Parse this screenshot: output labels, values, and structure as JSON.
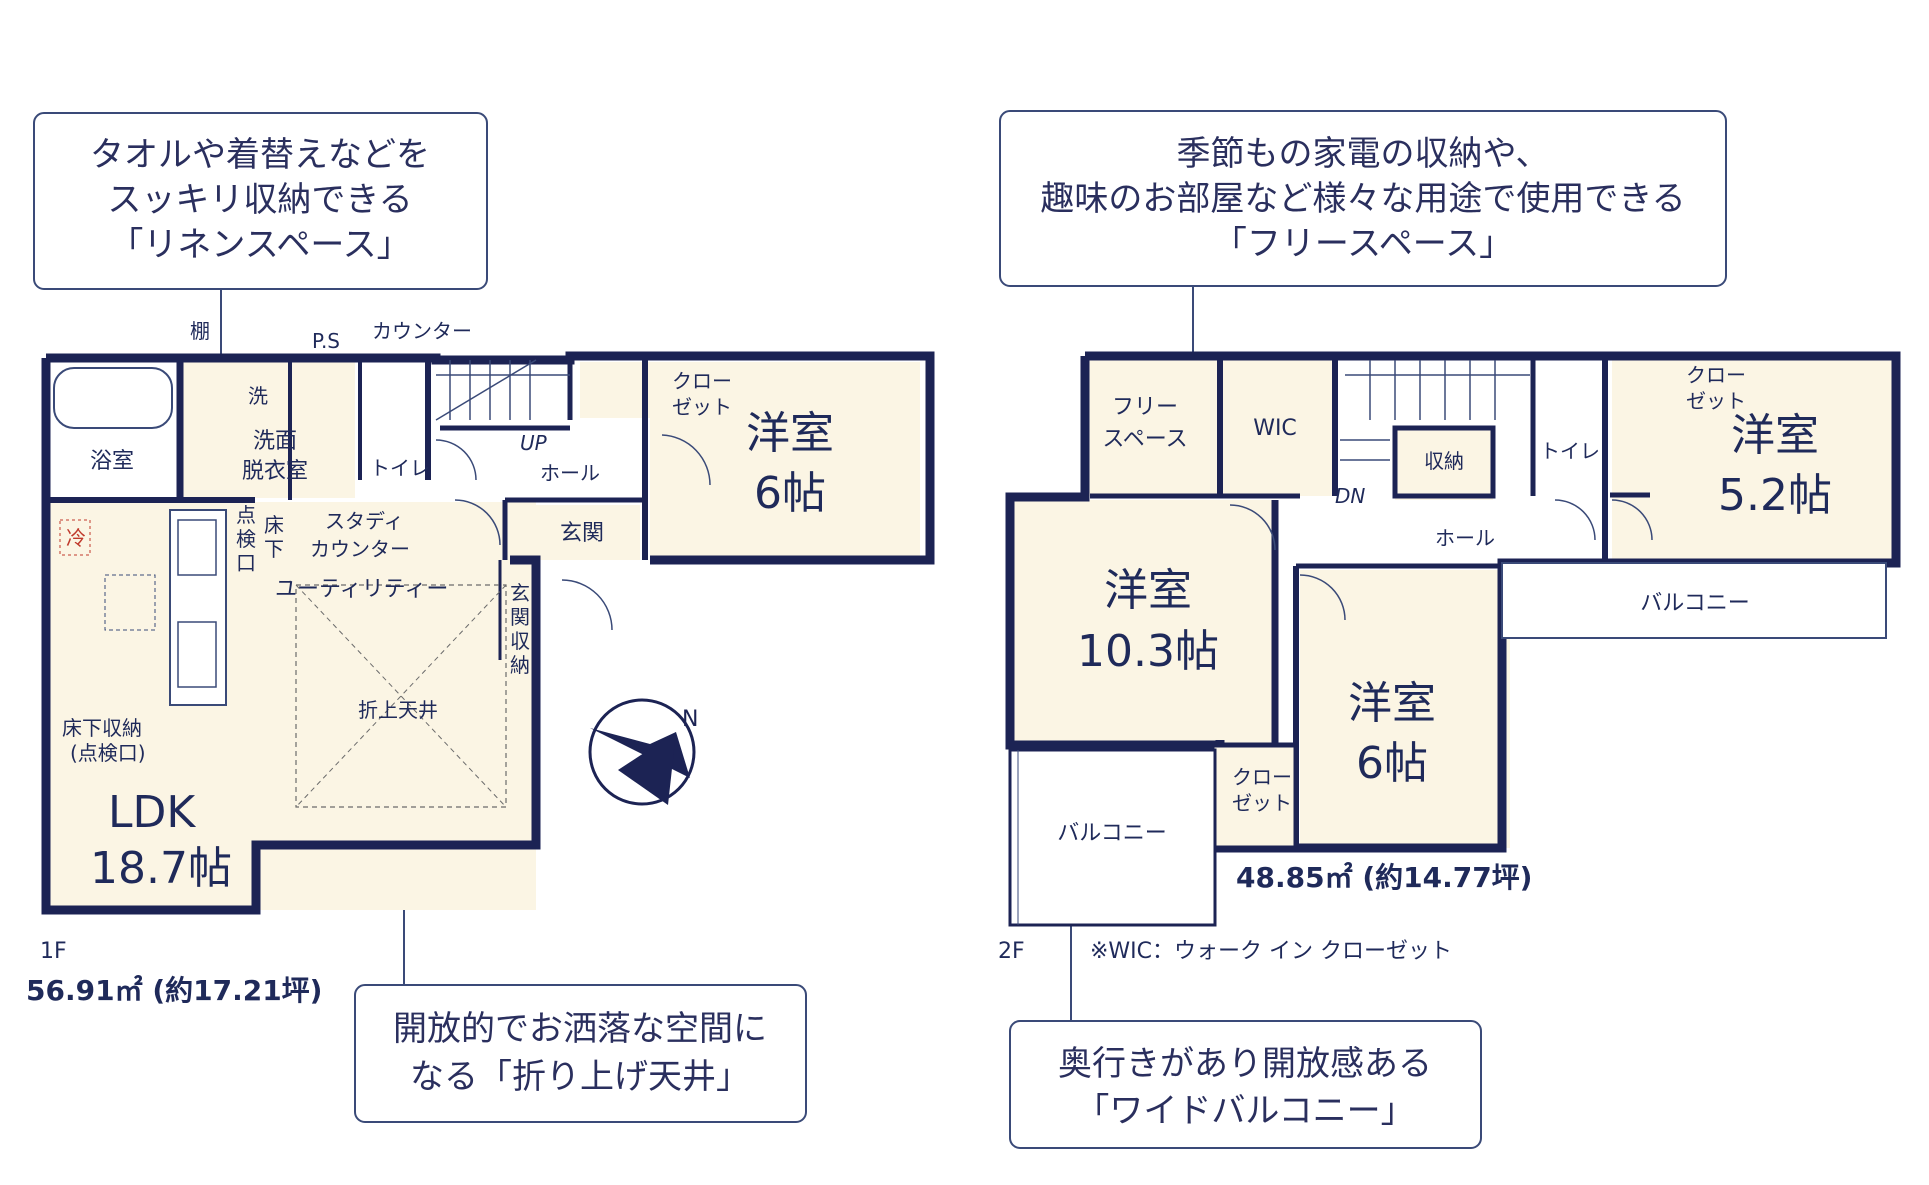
{
  "callouts": {
    "linen": [
      "タオルや着替えなどを",
      "スッキリ収納できる",
      "「リネンスペース」"
    ],
    "free_space": [
      "季節もの家電の収納や、",
      "趣味のお部屋など様々な用途で使用できる",
      "「フリースペース」"
    ],
    "ceiling": [
      "開放的でお洒落な空間に",
      "なる「折り上げ天井」"
    ],
    "balcony": [
      "奥行きがあり開放感ある",
      "「ワイドバルコニー」"
    ]
  },
  "floor1": {
    "label": "1F",
    "area": "56.91㎡ (約17.21坪)",
    "tana": "棚",
    "ps": "P.S",
    "counter": "カウンター",
    "wash": "洗",
    "bath": "浴室",
    "washroom": [
      "洗面",
      "脱衣室"
    ],
    "toilet": "トイレ",
    "up": "UP",
    "hall": "ホール",
    "closet": [
      "クロー",
      "ゼット"
    ],
    "western": "洋室",
    "western_size": "6帖",
    "entrance": "玄関",
    "entrance_storage": [
      "玄",
      "関",
      "収",
      "納"
    ],
    "fridge": "冷",
    "inspect": [
      "点",
      "検",
      "口"
    ],
    "underfloor": [
      "床",
      "下"
    ],
    "study": "スタディ",
    "study_counter": "カウンター",
    "utility": "ユーティリティー",
    "ceiling": "折上天井",
    "storage": [
      "床下収納",
      "(点検口)"
    ],
    "ldk": "LDK",
    "ldk_size": "18.7帖"
  },
  "floor2": {
    "label": "2F",
    "area": "48.85㎡ (約14.77坪)",
    "note": "※WIC：ウォーク イン クローゼット",
    "free": [
      "フリー",
      "スペース"
    ],
    "wic": "WIC",
    "dn": "DN",
    "storage": "収納",
    "toilet": "トイレ",
    "closet": [
      "クロー",
      "ゼット"
    ],
    "closet2": [
      "クロー",
      "ゼット"
    ],
    "hall": "ホール",
    "balcony": "バルコニー",
    "room_a": "洋室",
    "room_a_size": "5.2帖",
    "room_b": "洋室",
    "room_b_size": "10.3帖",
    "room_c": "洋室",
    "room_c_size": "6帖"
  }
}
